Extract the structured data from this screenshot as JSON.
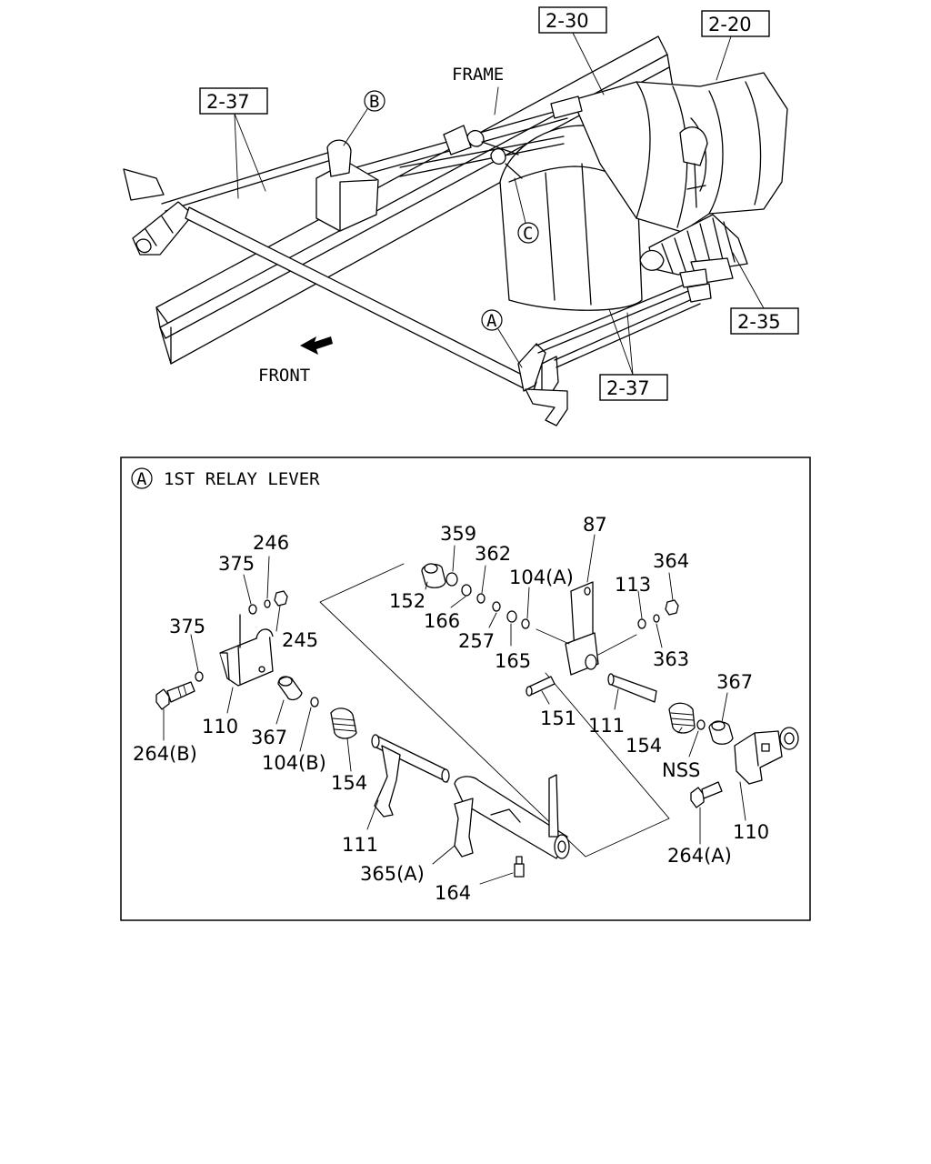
{
  "upper_view": {
    "frame_label": "FRAME",
    "front_label": "FRONT",
    "refs": {
      "r_2_30": "2-30",
      "r_2_20": "2-20",
      "r_2_37_top": "2-37",
      "r_2_37_bottom": "2-37",
      "r_2_35": "2-35"
    },
    "markers": {
      "a": "A",
      "b": "B",
      "c": "C"
    }
  },
  "detail_panel": {
    "marker": "A",
    "title": "1ST RELAY LEVER",
    "parts": {
      "p359": "359",
      "p87": "87",
      "p362": "362",
      "p364": "364",
      "p246": "246",
      "p375_top": "375",
      "p104a": "104(A)",
      "p113": "113",
      "p152": "152",
      "p166": "166",
      "p245": "245",
      "p375_left": "375",
      "p257": "257",
      "p165": "165",
      "p363": "363",
      "p367_right": "367",
      "p151": "151",
      "p111_right": "111",
      "p110_left": "110",
      "p367_left": "367",
      "p154_right": "154",
      "p264b": "264(B)",
      "p104b": "104(B)",
      "nss": "NSS",
      "p154_left": "154",
      "p110_right": "110",
      "p111_left": "111",
      "p264a": "264(A)",
      "p365a": "365(A)",
      "p164": "164"
    }
  }
}
